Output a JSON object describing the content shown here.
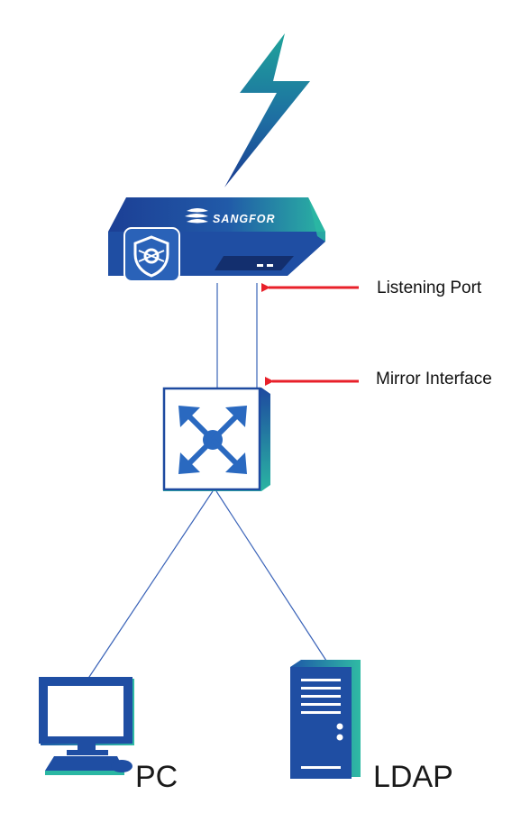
{
  "appliance": {
    "brand": "SANGFOR"
  },
  "callouts": {
    "listening_port": "Listening Port",
    "mirror_interface": "Mirror Interface"
  },
  "devices": {
    "pc": "PC",
    "ldap": "LDAP"
  },
  "colors": {
    "device_blue": "#1f4ea3",
    "device_teal": "#2ab7a3",
    "lightning_top": "#1f9c97",
    "lightning_bottom": "#1a3f95",
    "connector_line": "#3a63b8",
    "arrow_red": "#e8202a"
  },
  "icons": {
    "appliance_logo": "shield-badge-icon",
    "switch": "switch-arrows-icon",
    "pc": "desktop-computer-icon",
    "ldap": "server-tower-icon",
    "power": "lightning-bolt-icon"
  }
}
